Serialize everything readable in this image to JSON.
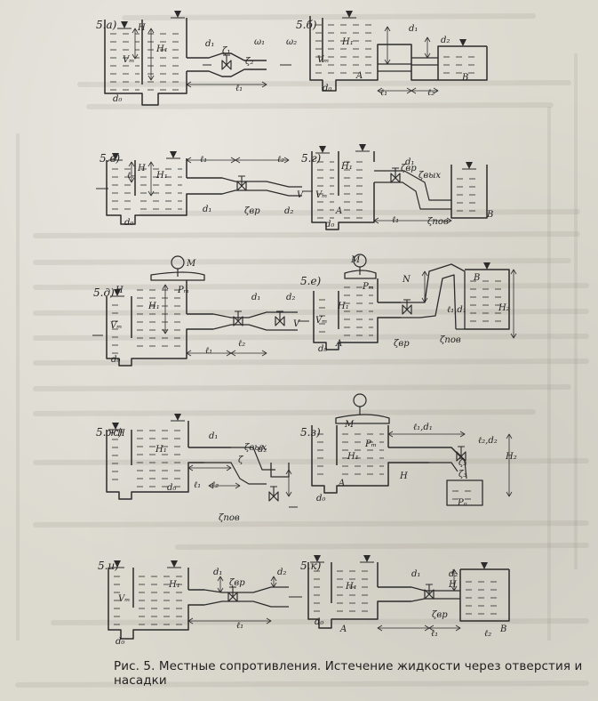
{
  "caption": {
    "prefix": "Рис. 5.",
    "text": "Местные сопротивления. Истечение жидкости через отверстия и насадки"
  },
  "panels": [
    {
      "id": "5.a",
      "label": "5.а)",
      "labels": [
        "H",
        "H₁",
        "Vₘ",
        "d₁",
        "ℓ₁",
        "ω₁",
        "ω₂",
        "ζ₁",
        "ζ₂",
        "d₀"
      ]
    },
    {
      "id": "5.b",
      "label": "5.б)",
      "labels": [
        "H₁",
        "Vₘ",
        "d₁",
        "d₂",
        "A",
        "B",
        "d₀",
        "ℓ₁",
        "ℓ₂"
      ]
    },
    {
      "id": "5.v",
      "label": "5.в)",
      "labels": [
        "H",
        "H₁",
        "ℓₘ",
        "ℓ₁",
        "ℓ₂",
        "d₁",
        "d₂",
        "ζвр",
        "V",
        "d₀"
      ]
    },
    {
      "id": "5.g",
      "label": "5.г)",
      "labels": [
        "H₁",
        "Vₘ",
        "A",
        "B",
        "ζвр",
        "ζвых",
        "ζпов",
        "ℓ₁",
        "d₁",
        "d₀"
      ]
    },
    {
      "id": "5.d",
      "label": "5.д)",
      "labels": [
        "M",
        "Pₘ",
        "H",
        "H₁",
        "Vₘ",
        "ℓ₁",
        "ℓ₂",
        "d₁",
        "d₂",
        "V",
        "d₀"
      ]
    },
    {
      "id": "5.e",
      "label": "5.е)",
      "labels": [
        "M",
        "Pₘ",
        "H₁",
        "Vₘ",
        "A",
        "B",
        "N",
        "ℓ₁,d₁",
        "H₂",
        "ζпов",
        "ζвр",
        "d₀"
      ]
    },
    {
      "id": "5.zh",
      "label": "5.ж)",
      "labels": [
        "H",
        "H₁",
        "d₁",
        "d₂",
        "ℓ₁",
        "ℓ₂",
        "ζвых",
        "ζ",
        "ζпов",
        "d₀"
      ]
    },
    {
      "id": "5.z",
      "label": "5.з)",
      "labels": [
        "M",
        "Pₘ",
        "H₁",
        "A",
        "ℓ₁,d₁",
        "ℓ₂,d₂",
        "H₂",
        "ζ₃",
        "ζ₃",
        "Pₒ",
        "H",
        "d₀"
      ]
    },
    {
      "id": "5.i",
      "label": "5.и)",
      "labels": [
        "H₁",
        "Vₘ",
        "d₁",
        "d₂",
        "ℓ₁",
        "ζвр",
        "d₀"
      ]
    },
    {
      "id": "5.k",
      "label": "5.к)",
      "labels": [
        "H₁",
        "A",
        "B",
        "d₁",
        "d₂",
        "ℓ₁",
        "ℓ₂",
        "H",
        "ζвр",
        "d₀"
      ]
    }
  ]
}
